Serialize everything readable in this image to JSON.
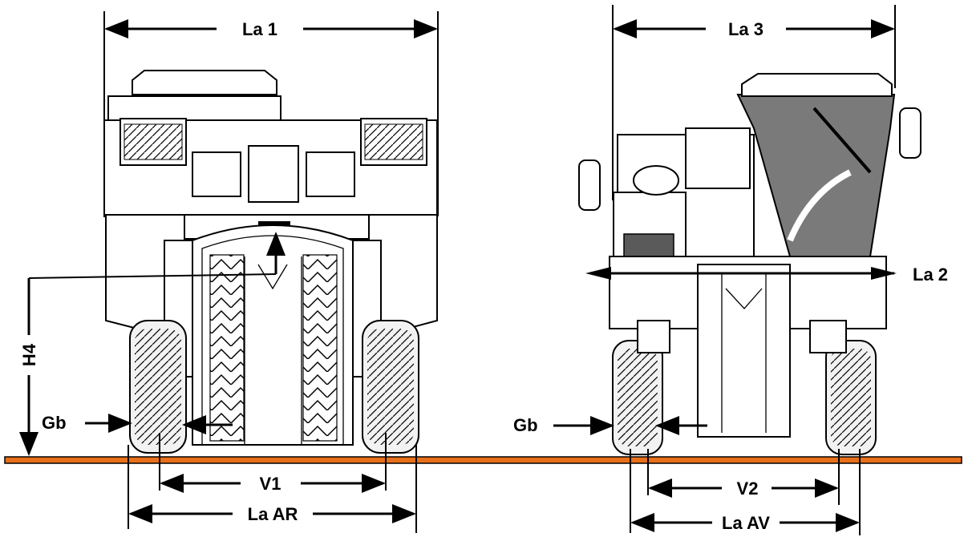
{
  "labels": {
    "la1": "La 1",
    "la2": "La 2",
    "la3": "La 3",
    "h4": "H4",
    "gb_left": "Gb",
    "gb_right": "Gb",
    "v1": "V1",
    "v2": "V2",
    "la_ar": "La AR",
    "la_av": "La AV"
  },
  "colors": {
    "ground": "#e8701a",
    "hopper": "#7a7a7a",
    "bin_dark": "#5a5a5a",
    "line": "#000000"
  }
}
